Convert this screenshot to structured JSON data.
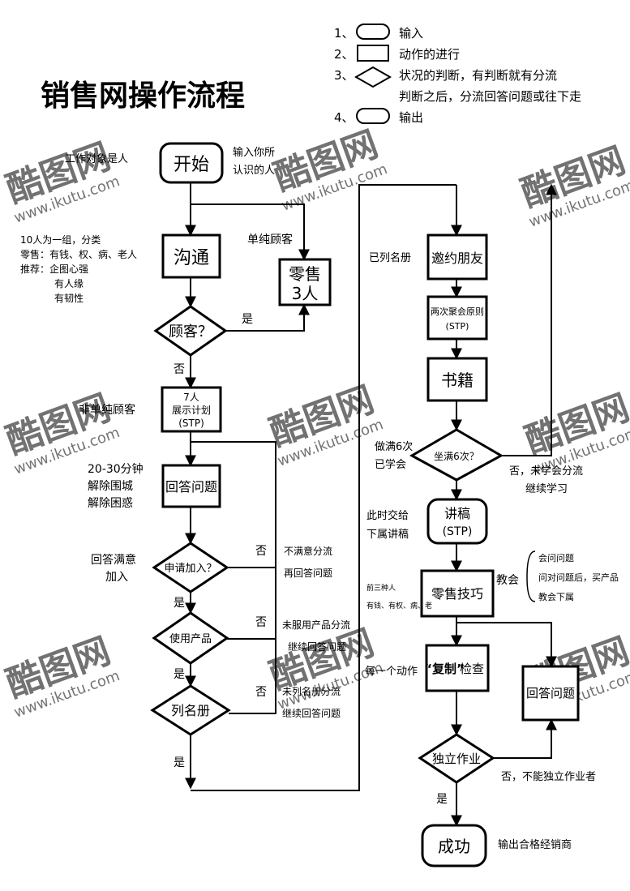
{
  "title": "销售网操作流程",
  "legend": [
    {
      "num": "1、",
      "label": "输入"
    },
    {
      "num": "2、",
      "label": "动作的进行"
    },
    {
      "num": "3、",
      "label": "状况的判断，有判断就有分流"
    },
    {
      "num": "",
      "label": "判断之后，分流回答问题或往下走"
    },
    {
      "num": "4、",
      "label": "输出"
    }
  ],
  "nodes": {
    "start": "开始",
    "communicate": "沟通",
    "retail": [
      "零售",
      "3人"
    ],
    "customer_q": "顾客？",
    "show_plan": [
      "7人",
      "展示计划",
      "(STP)"
    ],
    "answer1": "回答问题",
    "apply_q": "申请加入？",
    "use_product": "使用产品",
    "list_names": "列名册",
    "invite": "邀约朋友",
    "two_meet": [
      "两次聚会原则",
      "(STP)"
    ],
    "books": "书籍",
    "sit6_q": "坐满6次？",
    "talk": [
      "讲稿",
      "(STP)"
    ],
    "retail_skill": "零售技巧",
    "copy_check": [
      "“复制”",
      "检查"
    ],
    "answer2": "回答问题",
    "independent_q": "独立作业",
    "success": "成功"
  },
  "annotations": {
    "work_target": "工作对象是人",
    "input_known": [
      "输入你所",
      "认识的人"
    ],
    "group_note": [
      "10人为一组，分类",
      "零售：有钱、权、病、老人",
      "推荐：企图心强",
      "有人缘",
      "有韧性"
    ],
    "pure_customer": "单纯顾客",
    "yes1": "是",
    "no1": "否",
    "non_pure": "非单纯顾客",
    "time_note": [
      "20-30分钟",
      "解除围城",
      "解除困惑"
    ],
    "satisfied": [
      "回答满意",
      "加入"
    ],
    "yes2": "是",
    "yes3": "是",
    "yes4": "是",
    "no_a": "否",
    "no_b": "否",
    "no_c": "否",
    "unsatisfied": [
      "不满意分流",
      "再回答问题"
    ],
    "not_used": [
      "未服用产品分流",
      "继续回答问题"
    ],
    "not_listed": [
      "未列名册分流",
      "继续回答问题"
    ],
    "listed": "已列名册",
    "sat6": [
      "做满6次",
      "已学会"
    ],
    "not_learned": [
      "否，未学会分流",
      "继续学习"
    ],
    "hand_over": [
      "此时交给",
      "下属讲稿"
    ],
    "first_three": [
      "前三种人",
      "有钱、有权、病、老"
    ],
    "teach": "教会",
    "teach_list": [
      "会问问题",
      "问对问题后，买产品",
      "教会下属"
    ],
    "each_action": "每一个动作",
    "no_independent": "否，不能独立作业者",
    "yes5": "是",
    "output": "输出合格经销商"
  },
  "watermark": {
    "cn": "酷图网",
    "url": "www.ikutu.com"
  }
}
